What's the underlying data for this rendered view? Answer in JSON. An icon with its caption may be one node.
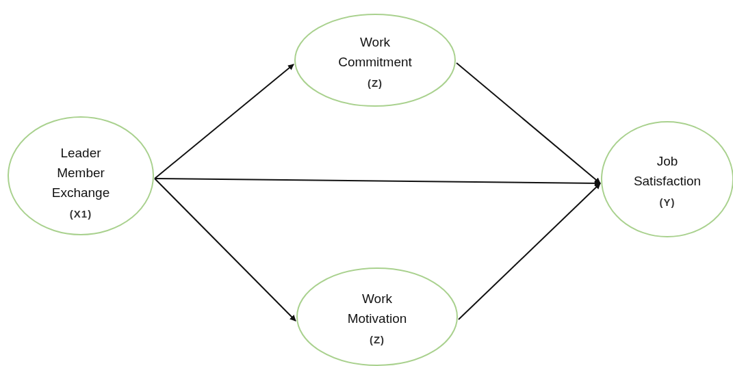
{
  "diagram": {
    "nodes": [
      {
        "text": [
          "Leader Member Exchange",
          "(X1)"
        ]
      },
      {
        "text": [
          "Work Commitment",
          "(Z)"
        ]
      },
      {
        "text": [
          "Job Satisfaction",
          "(Y)"
        ]
      },
      {
        "text": [
          "Work Motivation",
          "(Z)"
        ]
      }
    ],
    "edges": [
      {
        "from": 0,
        "to": 1,
        "arrow": "to"
      },
      {
        "from": 0,
        "to": 2,
        "arrow": "to"
      },
      {
        "from": 0,
        "to": 3,
        "arrow": "to"
      },
      {
        "from": 1,
        "to": 2,
        "arrow": "to"
      },
      {
        "from": 3,
        "to": 2,
        "arrow": "to"
      }
    ]
  }
}
